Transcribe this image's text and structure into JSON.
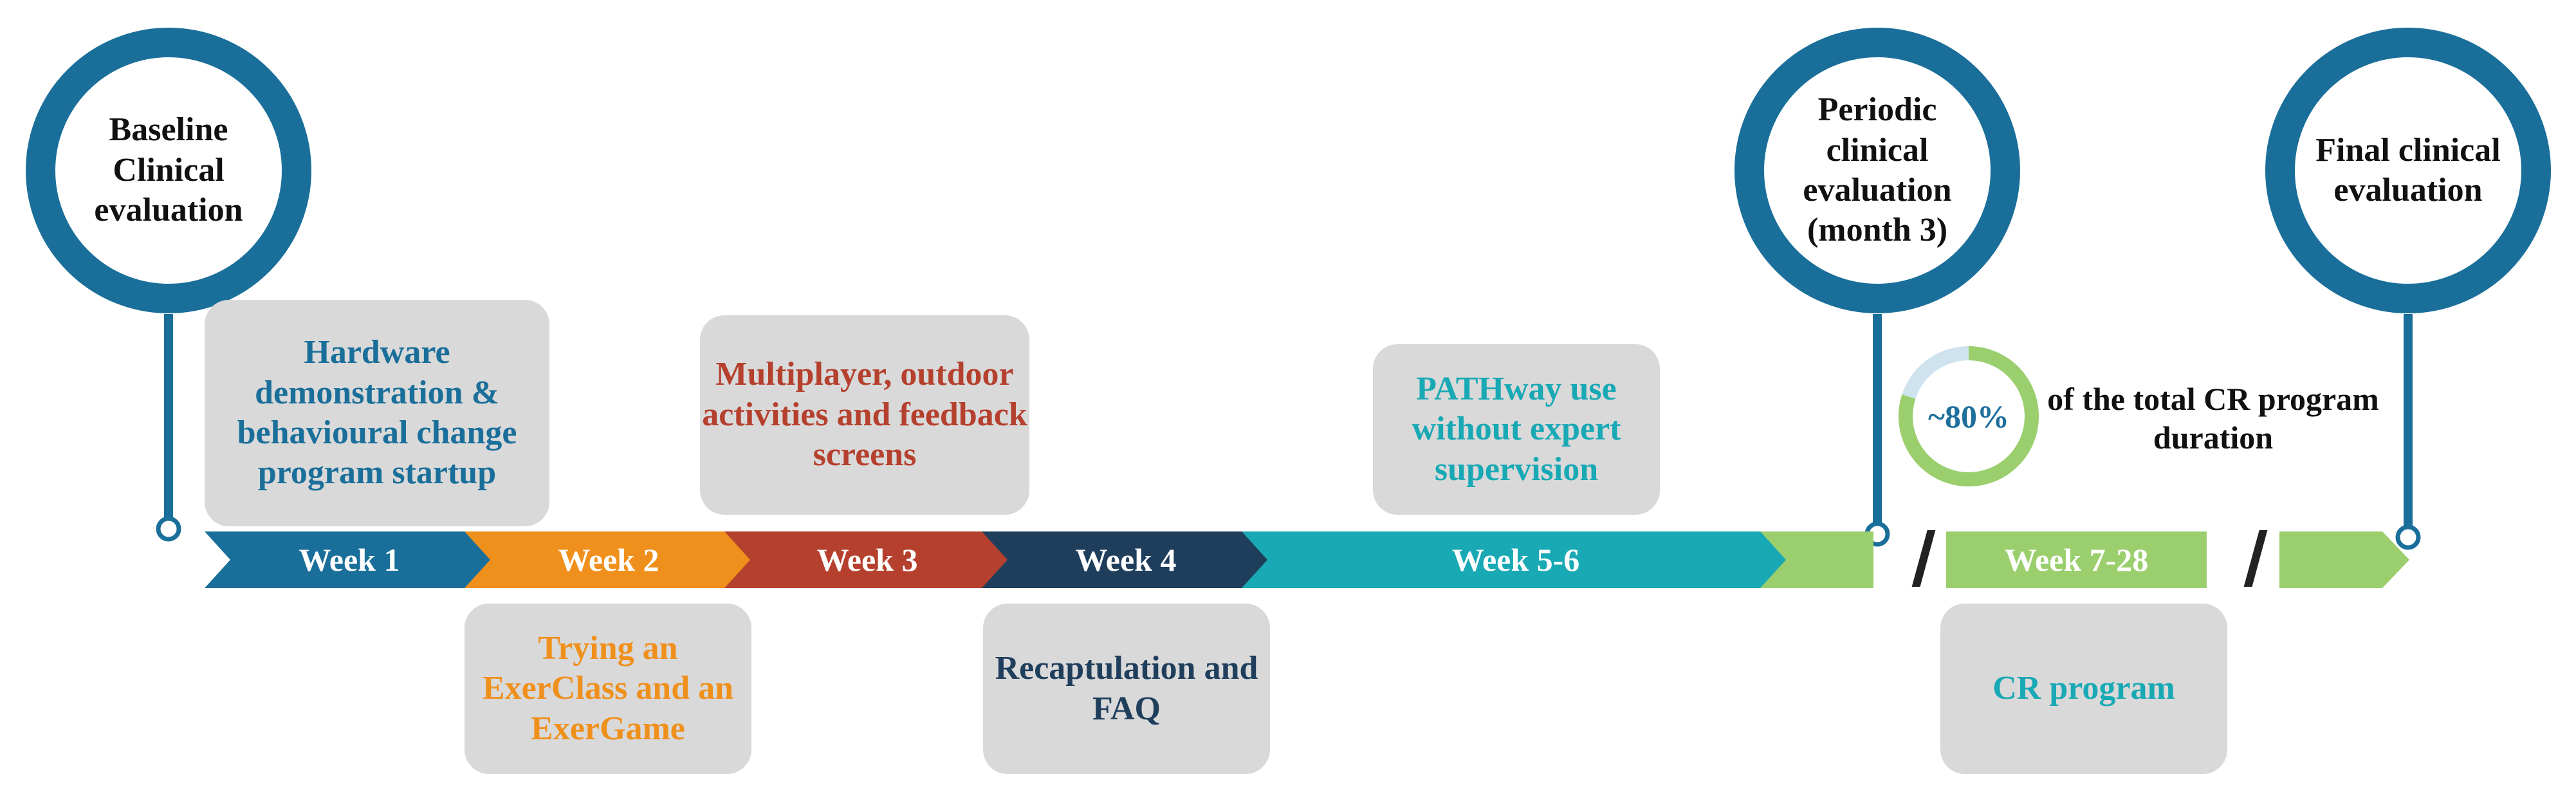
{
  "milestones": {
    "baseline": "Baseline Clinical evaluation",
    "periodic": "Periodic clinical evaluation (month 3)",
    "final": "Final clinical evaluation"
  },
  "weeks": [
    "Week 1",
    "Week 2",
    "Week 3",
    "Week 4",
    "Week 5-6",
    "Week 7-28"
  ],
  "boxes": {
    "hardware": "Hardware demonstration & behavioural change program startup",
    "multiplayer": "Multiplayer, outdoor activities and feedback screens",
    "pathway": "PATHway use without expert supervision",
    "trying": "Trying an ExerClass and an ExerGame",
    "recap": "Recaptulation and FAQ",
    "cr": "CR program"
  },
  "progress": {
    "label": "~80%",
    "fraction": 0.8,
    "caption": "of the total CR program duration"
  },
  "break_mark": "//",
  "colors": {
    "blue": "#1a6f9a",
    "orange": "#f0901c",
    "red": "#b5402e",
    "navy": "#1f3e5c",
    "teal": "#18a9b5",
    "green": "#9bcf6e",
    "ring_bg": "#cfe3ee",
    "box": "#d9d9d9"
  }
}
